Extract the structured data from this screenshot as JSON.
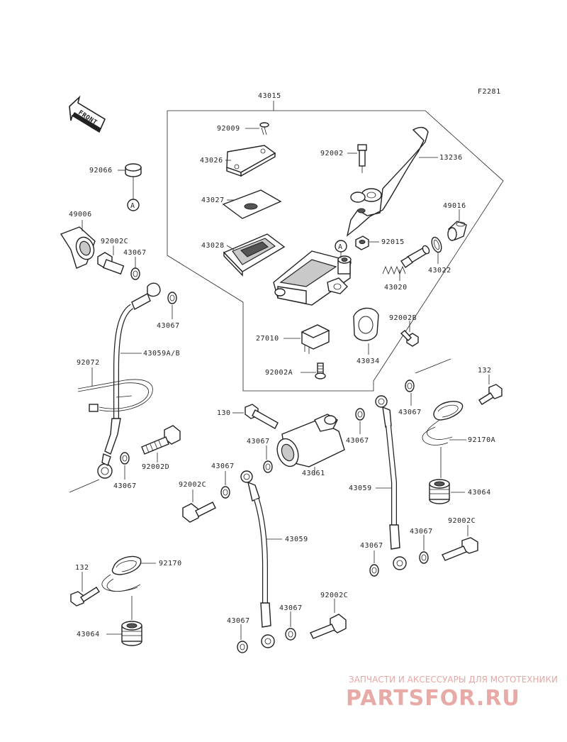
{
  "figure_code": "F2281",
  "direction_label": "FRONT",
  "callout_letter": "A",
  "part_numbers": {
    "p43015": "43015",
    "p92009": "92009",
    "p92002": "92002",
    "p13236": "13236",
    "p43026": "43026",
    "p43027": "43027",
    "p43028": "43028",
    "p49016": "49016",
    "p92015": "92015",
    "p43022": "43022",
    "p43020": "43020",
    "p92002B": "92002B",
    "p27010": "27010",
    "p43034": "43034",
    "p92002A": "92002A",
    "p92066": "92066",
    "p49006": "49006",
    "p92002C_a": "92002C",
    "p43067_a": "43067",
    "p43067_b": "43067",
    "p92072": "92072",
    "p43059AB": "43059A/B",
    "p92002D": "92002D",
    "p43067_c": "43067",
    "p130": "130",
    "p43067_d": "43067",
    "p43061": "43061",
    "p43067_e": "43067",
    "p132_a": "132",
    "p43067_f": "43067",
    "p92170A": "92170A",
    "p43059_a": "43059",
    "p43064_a": "43064",
    "p43067_g": "43067",
    "p92002C_b": "92002C",
    "p43067_h": "43067",
    "p92002C_c": "92002C",
    "p43067_i": "43067",
    "p43059_b": "43059",
    "p132_b": "132",
    "p92170": "92170",
    "p43064_b": "43064",
    "p43067_j": "43067",
    "p43067_k": "43067",
    "p92002C_d": "92002C"
  },
  "watermark": {
    "tagline": "ЗАПЧАСТИ И АКСЕССУАРЫ ДЛЯ МОТОТЕХНИКИ",
    "brand": "PARTSFOR.RU",
    "color": "#e6a7a4"
  }
}
